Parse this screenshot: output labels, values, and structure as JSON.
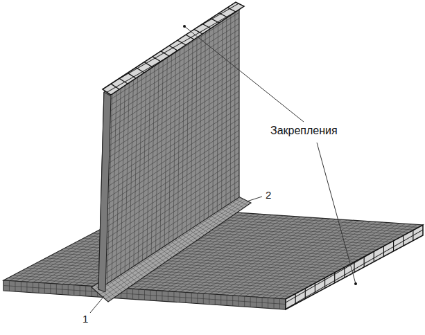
{
  "diagram": {
    "labels": [
      "Закрепления",
      "1",
      "2"
    ]
  }
}
